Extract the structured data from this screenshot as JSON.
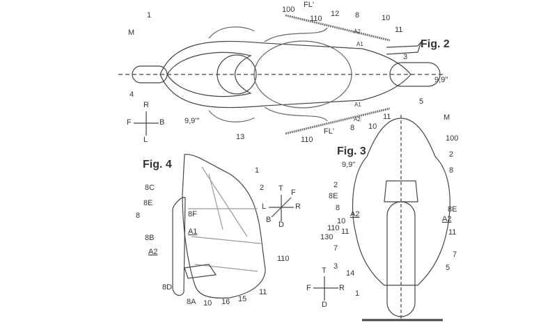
{
  "fig2": {
    "title": "Fig. 2",
    "labels": [
      "1",
      "M",
      "4",
      "100",
      "FL'",
      "110",
      "12",
      "8",
      "10",
      "11",
      "A2",
      "A1",
      "3",
      "9,9''",
      "5",
      "A1",
      "11",
      "10",
      "8",
      "A2",
      "FL'",
      "110",
      "13",
      "9,9'''"
    ],
    "compass": {
      "up": "R",
      "left": "F",
      "right": "B",
      "down": "L"
    }
  },
  "fig3": {
    "title": "Fig. 3",
    "labels": [
      "M",
      "100",
      "9,9''",
      "2",
      "8",
      "2",
      "8E",
      "8",
      "A2",
      "8E",
      "A2",
      "10",
      "110",
      "11",
      "130",
      "11",
      "7",
      "7",
      "3",
      "5",
      "14",
      "1"
    ],
    "compass": {
      "up": "T",
      "left": "F",
      "right": "R",
      "down": "D"
    }
  },
  "fig4": {
    "title": "Fig. 4",
    "labels": [
      "1",
      "2",
      "8C",
      "8E",
      "8",
      "8F",
      "8B",
      "A1",
      "A2",
      "110",
      "8D",
      "11",
      "8A",
      "10",
      "16",
      "15"
    ],
    "compass": {
      "up": "T",
      "diag_up": "F",
      "left": "L",
      "right": "R",
      "diag_down": "B",
      "down": "D"
    }
  }
}
